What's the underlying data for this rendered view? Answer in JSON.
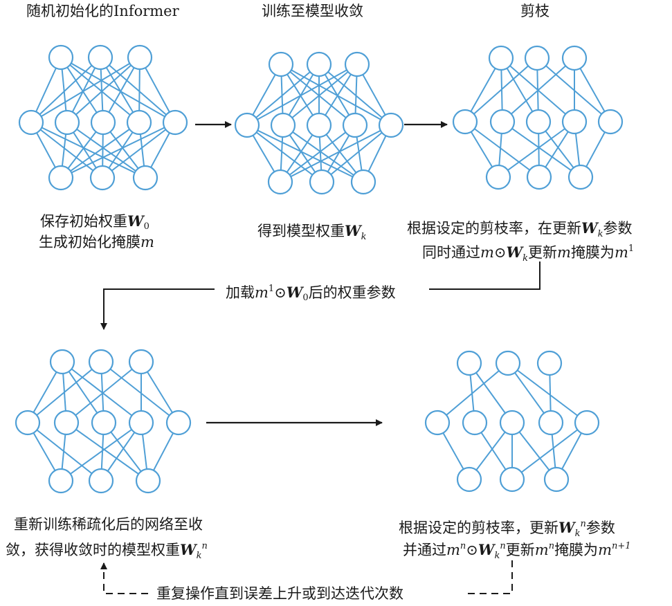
{
  "colors": {
    "edge": "#4f9fd6",
    "node_stroke": "#4f9fd6",
    "node_fill": "#ffffff",
    "arrow": "#1a1a1a",
    "text": "#1a1a1a"
  },
  "stages": {
    "s1_title": "随机初始化的Informer",
    "s2_title": "训练至模型收敛",
    "s3_title": "剪枝"
  },
  "captions": {
    "c1_line1_prefix": "保存初始权重",
    "c1_w": "W",
    "c1_w_sub": "0",
    "c1_line2_prefix": "生成初始化掩膜",
    "c1_m": "m",
    "c2_prefix": "得到模型权重",
    "c2_w": "W",
    "c2_w_sub": "k",
    "c3_line1_a": "根据设定的剪枝率，在更新",
    "c3_line1_w": "W",
    "c3_line1_sub": "k",
    "c3_line1_b": "参数",
    "c3_line2_a": "同时通过",
    "c3_line2_m": "m",
    "c3_line2_odot": "⊙",
    "c3_line2_w": "W",
    "c3_line2_sub": "k",
    "c3_line2_b": "更新",
    "c3_line2_m2": "m",
    "c3_line2_c": "掩膜为",
    "c3_line2_m3": "m",
    "c3_line2_sup": "1",
    "load_a": "加载",
    "load_m": "m",
    "load_sup": "1",
    "load_odot": "⊙",
    "load_w": "W",
    "load_sub": "0",
    "load_b": "后的权重参数",
    "c4_line1": "重新训练稀疏化后的网络至收",
    "c4_line2_a": "敛，获得收敛时的模型权重",
    "c4_w": "W",
    "c4_sub": "k",
    "c4_sup": "n",
    "c5_line1_a": "根据设定的剪枝率，更新",
    "c5_w": "W",
    "c5_sub": "k",
    "c5_sup": "n",
    "c5_line1_b": "参数",
    "c5_line2_a": "并通过",
    "c5_line2_m": "m",
    "c5_line2_msup": "n",
    "c5_line2_odot": "⊙",
    "c5_line2_w": "W",
    "c5_line2_wsub": "k",
    "c5_line2_wsup": "n",
    "c5_line2_b": "更新",
    "c5_line2_m2": "m",
    "c5_line2_m2sup": "n",
    "c5_line2_c": "掩膜为",
    "c5_line2_m3": "m",
    "c5_line2_m3sup": "n+1",
    "loop": "重复操作直到误差上升或到达迭代次数"
  }
}
